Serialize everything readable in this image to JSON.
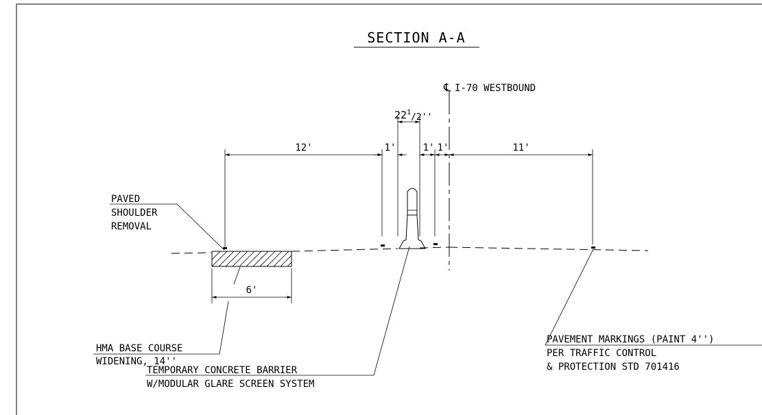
{
  "title": "SECTION A-A",
  "centerline": {
    "symbol": "℄",
    "label": "I-70 WESTBOUND"
  },
  "dimensions": {
    "shoulder_width": "12'",
    "offset_left": "1'",
    "barrier_base_main": "22",
    "barrier_base_sup": "1",
    "barrier_base_sub": "/2''",
    "offset_right_1": "1'",
    "offset_right_2": "1'",
    "lane_width": "11'",
    "widening_width": "6'"
  },
  "labels": {
    "paved_shoulder": [
      "PAVED",
      "SHOULDER",
      "REMOVAL"
    ],
    "hma_base": [
      "HMA BASE COURSE",
      "WIDENING, 14''"
    ],
    "barrier": [
      "TEMPORARY CONCRETE BARRIER",
      "W/MODULAR GLARE SCREEN SYSTEM"
    ],
    "markings": [
      "PAVEMENT MARKINGS (PAINT 4'')",
      "PER TRAFFIC CONTROL",
      "& PROTECTION STD 701416"
    ]
  }
}
